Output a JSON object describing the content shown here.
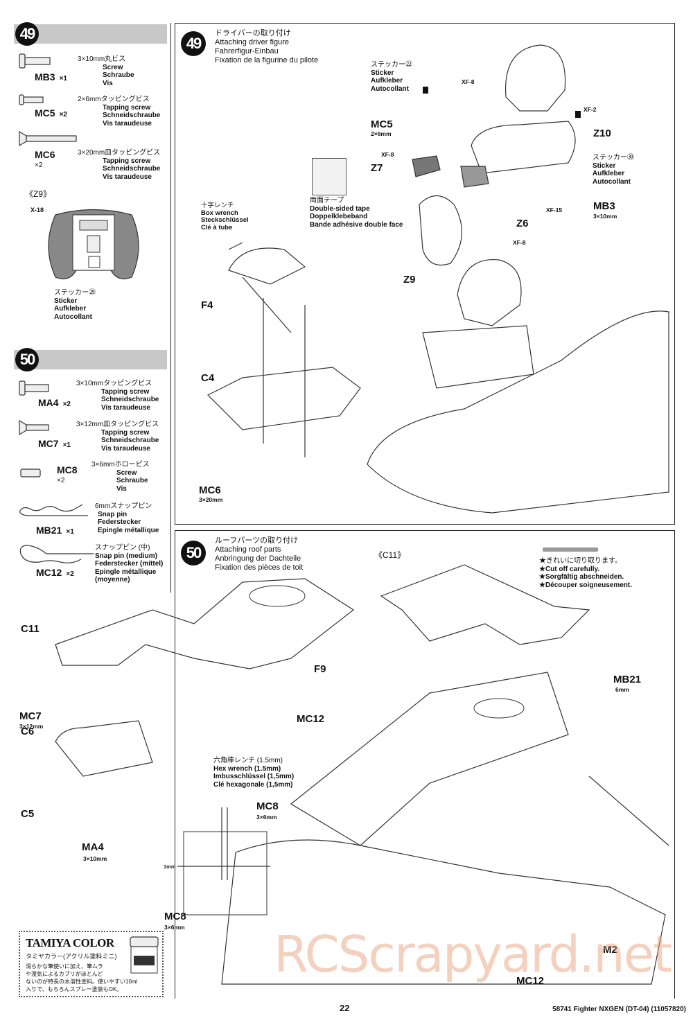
{
  "left": {
    "step49": {
      "number": "49",
      "parts": [
        {
          "code": "MB3",
          "qty": "×1",
          "jp": "3×10mm丸ビス",
          "en": "Screw",
          "de": "Schraube",
          "fr": "Vis"
        },
        {
          "code": "MC5",
          "qty": "×2",
          "jp": "2×6mmタッピングビス",
          "en": "Tapping screw",
          "de": "Schneidschraube",
          "fr": "Vis taraudeuse"
        },
        {
          "code": "MC6",
          "qty": "×2",
          "jp": "3×20mm皿タッピングビス",
          "en": "Tapping screw",
          "de": "Schneidschraube",
          "fr": "Vis taraudeuse"
        }
      ],
      "z9": {
        "title": "《Z9》",
        "paint": "X-18",
        "sticker_jp": "ステッカー㉙",
        "sticker_en": "Sticker",
        "sticker_de": "Aufkleber",
        "sticker_fr": "Autocollant"
      }
    },
    "step50": {
      "number": "50",
      "parts": [
        {
          "code": "MA4",
          "qty": "×2",
          "jp": "3×10mmタッピングビス",
          "en": "Tapping screw",
          "de": "Schneidschraube",
          "fr": "Vis taraudeuse"
        },
        {
          "code": "MC7",
          "qty": "×1",
          "jp": "3×12mm皿タッピングビス",
          "en": "Tapping screw",
          "de": "Schneidschraube",
          "fr": "Vis taraudeuse"
        },
        {
          "code": "MC8",
          "qty": "×2",
          "jp": "3×6mmホローピス",
          "en": "Screw",
          "de": "Schraube",
          "fr": "Vis"
        },
        {
          "code": "MB21",
          "qty": "×1",
          "jp": "6mmスナップピン",
          "en": "Snap pin",
          "de": "Federstecker",
          "fr": "Epingle métallique"
        },
        {
          "code": "MC12",
          "qty": "×2",
          "jp": "スナップピン (中)",
          "en": "Snap pin (medium)",
          "de": "Federstecker (mittel)",
          "fr": "Epingle métallique",
          "fr2": "(moyenne)"
        }
      ]
    },
    "tamiya_color": {
      "title": "TAMIYA COLOR",
      "subtitle": "タミヤカラー(アクリル塗料ミニ)",
      "body": [
        "滑らかな筆使いに加え、筆ムラ",
        "や湿気によるカブリがほとんど",
        "ないのが特長の水溶性塗料。使いやすい10ml",
        "入りで、もちろんスプレー塗装もOK。"
      ]
    }
  },
  "panel49": {
    "number": "49",
    "title_jp": "ドライバーの取り付け",
    "title_en": "Attaching driver figure",
    "title_de": "Fahrerfigur-Einbau",
    "title_fr": "Fixation de la figurine du pilote",
    "sticker22": [
      "ステッカー㉒",
      "Sticker",
      "Aufkleber",
      "Autocollant"
    ],
    "sticker30": [
      "ステッカー㉚",
      "Sticker",
      "Aufkleber",
      "Autocollant"
    ],
    "tape": [
      "両面テープ",
      "Double-sided tape",
      "Doppelklebeband",
      "Bande adhésive double face"
    ],
    "wrench": [
      "十字レンチ",
      "Box wrench",
      "Steckschlüssel",
      "Clé à tube"
    ],
    "labels": {
      "xf8a": "XF-8",
      "xf2": "XF-2",
      "z10": "Z10",
      "mc5": "MC5",
      "mc5_size": "2×6mm",
      "xf8b": "XF-8",
      "z7": "Z7",
      "mb3": "MB3",
      "mb3_size": "3×10mm",
      "xf15": "XF-15",
      "z6": "Z6",
      "xf8c": "XF-8",
      "z9": "Z9",
      "f4": "F4",
      "c4": "C4",
      "mc6": "MC6",
      "mc6_size": "3×20mm"
    }
  },
  "panel50": {
    "number": "50",
    "title_jp": "ルーフパーツの取り付け",
    "title_en": "Attaching roof parts",
    "title_de": "Anbringung der Dachteile",
    "title_fr": "Fixation des pièces de toit",
    "c11_detail": "《C11》",
    "cut_note": [
      "★きれいに切り取ります。",
      "★Cut off carefully.",
      "★Sorgfältig abschneiden.",
      "★Découper soigneusement."
    ],
    "hex": [
      "六角棒レンチ (1.5mm)",
      "Hex wrench (1.5mm)",
      "Imbusschlüssel (1,5mm)",
      "Clé hexagonale (1,5mm)"
    ],
    "labels": {
      "c11": "C11",
      "f9": "F9",
      "mb21": "MB21",
      "mb21_size": "6mm",
      "mc7": "MC7",
      "mc7_size": "3×12mm",
      "mc12a": "MC12",
      "c6": "C6",
      "mc8a": "MC8",
      "mc8a_size": "3×6mm",
      "c5": "C5",
      "ma4": "MA4",
      "ma4_size": "3×10mm",
      "one_mm": "1mm",
      "mc8b": "MC8",
      "mc8b_size": "3×6mm",
      "m2": "M2",
      "mc12b": "MC12"
    }
  },
  "footer": {
    "page": "22",
    "product": "58741 Fighter NXGEN (DT-04) (11057820)"
  },
  "watermark": "RCScrapyard.net",
  "colors": {
    "header_gray": "#c8c8c8",
    "watermark": "#e6966e"
  }
}
